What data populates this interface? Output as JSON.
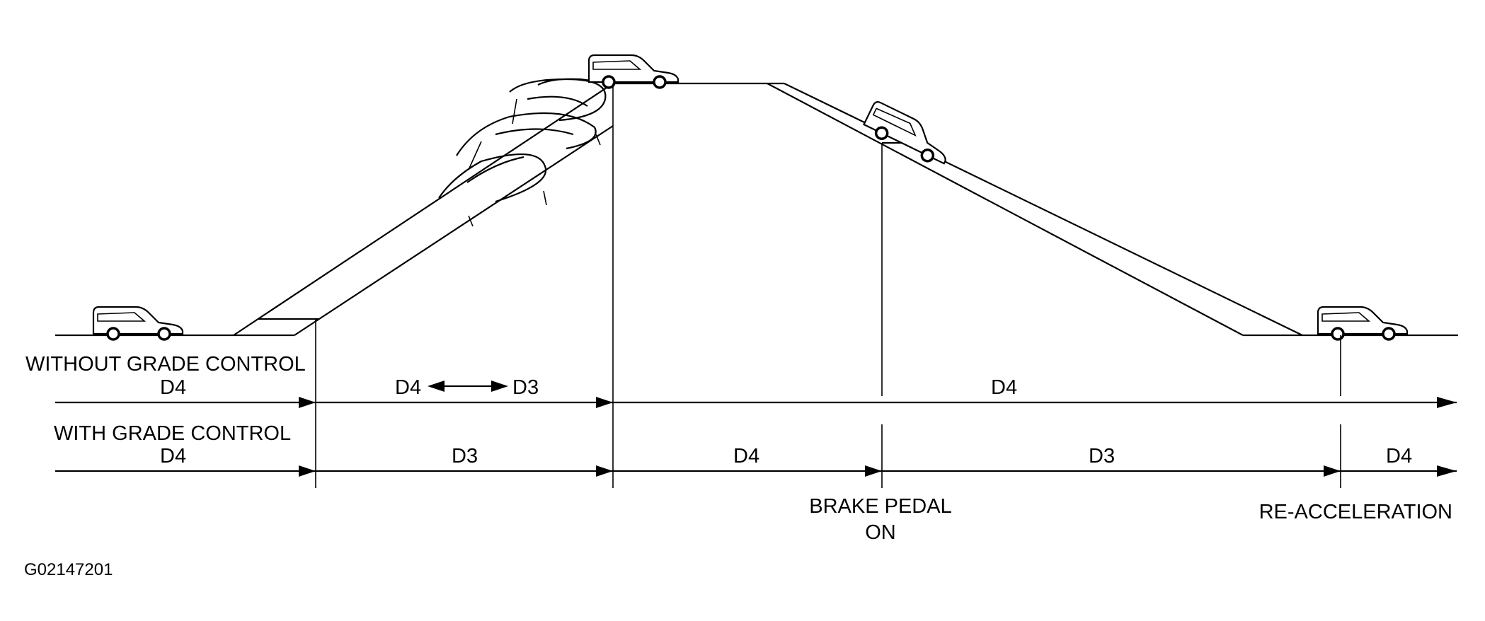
{
  "labels": {
    "without_grade_control": "WITHOUT GRADE CONTROL",
    "with_grade_control": "WITH GRADE CONTROL",
    "brake_pedal_line1": "BRAKE PEDAL",
    "brake_pedal_line2": "ON",
    "re_acceleration": "RE-ACCELERATION",
    "figure_code": "G02147201"
  },
  "without_row": {
    "seg_flat": "D4",
    "seg_uphill_from": "D4",
    "seg_uphill_to": "D3",
    "seg_rest": "D4"
  },
  "with_row": {
    "seg_flat": "D4",
    "seg_uphill": "D3",
    "seg_top": "D4",
    "seg_downhill": "D3",
    "seg_end": "D4"
  }
}
